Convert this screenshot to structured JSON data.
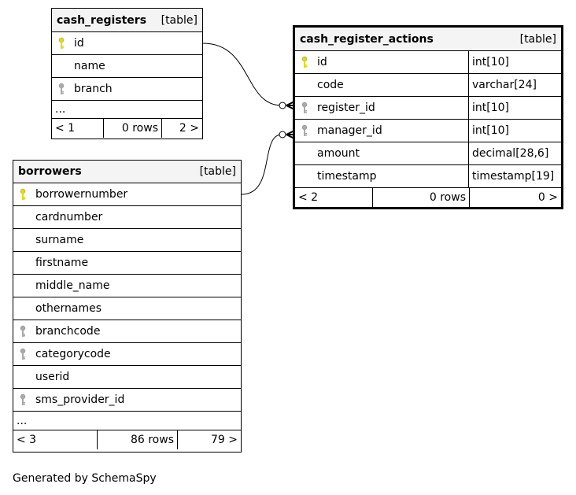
{
  "cash_registers": {
    "name": "cash_registers",
    "kind": "[table]",
    "columns": [
      {
        "name": "id",
        "key": "primary"
      },
      {
        "name": "name",
        "key": "none"
      },
      {
        "name": "branch",
        "key": "foreign"
      }
    ],
    "more": "...",
    "footer": {
      "parents": "< 1",
      "rows": "0 rows",
      "children": "2 >"
    }
  },
  "cash_register_actions": {
    "name": "cash_register_actions",
    "kind": "[table]",
    "columns": [
      {
        "name": "id",
        "type": "int[10]",
        "key": "primary"
      },
      {
        "name": "code",
        "type": "varchar[24]",
        "key": "none"
      },
      {
        "name": "register_id",
        "type": "int[10]",
        "key": "foreign"
      },
      {
        "name": "manager_id",
        "type": "int[10]",
        "key": "foreign"
      },
      {
        "name": "amount",
        "type": "decimal[28,6]",
        "key": "none"
      },
      {
        "name": "timestamp",
        "type": "timestamp[19]",
        "key": "none"
      }
    ],
    "footer": {
      "parents": "< 2",
      "rows": "0 rows",
      "children": "0 >"
    }
  },
  "borrowers": {
    "name": "borrowers",
    "kind": "[table]",
    "columns": [
      {
        "name": "borrowernumber",
        "key": "primary"
      },
      {
        "name": "cardnumber",
        "key": "none"
      },
      {
        "name": "surname",
        "key": "none"
      },
      {
        "name": "firstname",
        "key": "none"
      },
      {
        "name": "middle_name",
        "key": "none"
      },
      {
        "name": "othernames",
        "key": "none"
      },
      {
        "name": "branchcode",
        "key": "foreign"
      },
      {
        "name": "categorycode",
        "key": "foreign"
      },
      {
        "name": "userid",
        "key": "none"
      },
      {
        "name": "sms_provider_id",
        "key": "foreign"
      }
    ],
    "more": "...",
    "footer": {
      "parents": "< 3",
      "rows": "86 rows",
      "children": "79 >"
    }
  },
  "footer_text": "Generated by SchemaSpy",
  "colors": {
    "primary_key": "#e8d800",
    "foreign_key": "#aaaaaa",
    "header_bg": "#f4f4f4"
  }
}
